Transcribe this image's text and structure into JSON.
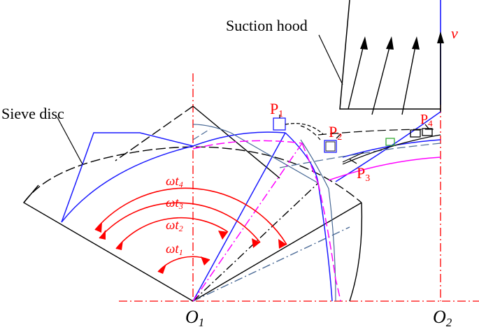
{
  "labels": {
    "suction_hood": "Suction hood",
    "sieve_disc": "Sieve disc",
    "velocity": "v",
    "o1": {
      "main": "O",
      "sub": "1"
    },
    "o2": {
      "main": "O",
      "sub": "2"
    },
    "p1": {
      "main": "P",
      "sub": "1"
    },
    "p2": {
      "main": "P",
      "sub": "2"
    },
    "p3": {
      "main": "P",
      "sub": "3"
    },
    "p4": {
      "main": "P",
      "sub": "4"
    },
    "angles": [
      {
        "main": "ωt",
        "sub": "1"
      },
      {
        "main": "ωt",
        "sub": "2"
      },
      {
        "main": "ωt",
        "sub": "3"
      },
      {
        "main": "ωt",
        "sub": "4"
      }
    ]
  },
  "colors": {
    "black": "#000000",
    "red": "#ff0000",
    "blue": "#1a1aff",
    "magenta": "#ff00ff",
    "steel": "#4a6a96",
    "green": "#33aa33"
  }
}
